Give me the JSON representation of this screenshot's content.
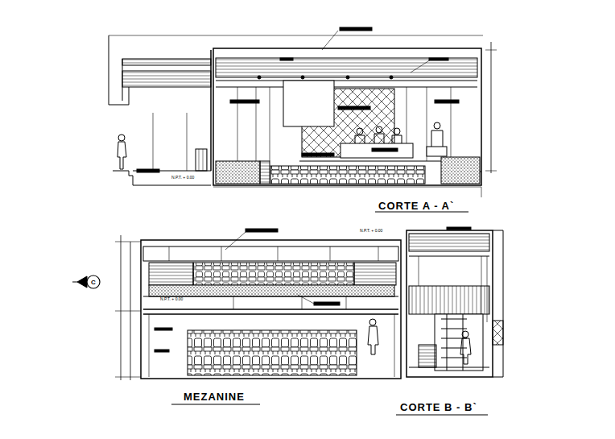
{
  "diagram": {
    "nodes": [
      {
        "text": [
          "C"
        ]
      }
    ],
    "labels": [
      "CORTE A - A`",
      "MEZANINE",
      "CORTE B - B`",
      "N.P.T. + 0.00",
      "N.P.T. + 0.00",
      "N.P.T. + 0.00"
    ]
  }
}
